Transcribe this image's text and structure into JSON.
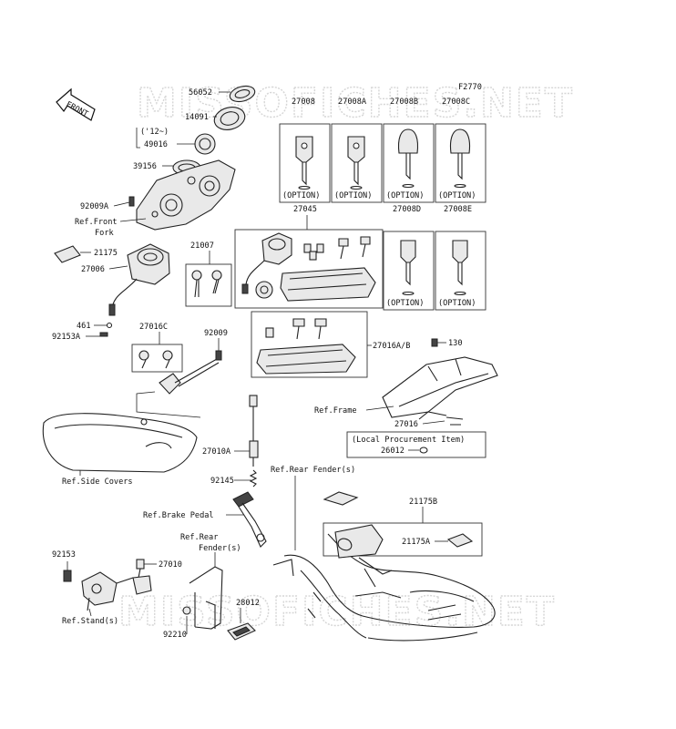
{
  "diagram_code": "F2770",
  "watermark": "MISSOFICHES.NET",
  "front_arrow": "FRONT",
  "parts": {
    "p56052": "56052",
    "p14091": "14091",
    "p12note": "('12~)",
    "p49016": "49016",
    "p39156": "39156",
    "p92009A": "92009A",
    "ref_front_fork": "Ref.Front",
    "ref_front_fork2": "Fork",
    "p21175": "21175",
    "p27006": "27006",
    "p461": "461",
    "p92153A": "92153A",
    "p21007": "21007",
    "p27016C": "27016C",
    "p92009": "92009",
    "p27045": "27045",
    "p27016AB": "27016A/B",
    "p130": "130",
    "ref_frame": "Ref.Frame",
    "p27016": "27016",
    "local_proc": "(Local Procurement Item)",
    "p26012": "26012",
    "ref_side_covers": "Ref.Side Covers",
    "p27010A": "27010A",
    "p92145": "92145",
    "ref_rear_fender_top": "Ref.Rear Fender(s)",
    "p21175B": "21175B",
    "ref_brake_pedal": "Ref.Brake Pedal",
    "ref_rear_fender": "Ref.Rear",
    "ref_rear_fender2": "Fender(s)",
    "p21175A": "21175A",
    "p92153": "92153",
    "p27010": "27010",
    "p28012": "28012",
    "ref_stand": "Ref.Stand(s)",
    "p92210": "92210"
  },
  "keys": {
    "k27008": "27008",
    "k27008A": "27008A",
    "k27008B": "27008B",
    "k27008C": "27008C",
    "k27008D": "27008D",
    "k27008E": "27008E",
    "option": "(OPTION)"
  }
}
